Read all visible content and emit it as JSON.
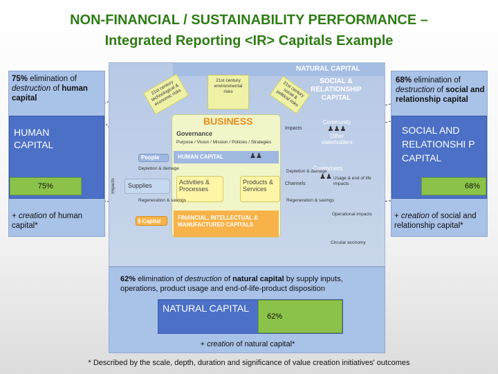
{
  "title": {
    "line1": "NON-FINANCIAL / SUSTAINABILITY PERFORMANCE –",
    "line2": "Integrated Reporting <IR> Capitals Example"
  },
  "human": {
    "pct_bold": "75%",
    "desc_pre": " elimination of ",
    "desc_ital": "destruction",
    "desc_mid": " of ",
    "desc_bold": "human capital",
    "label": "HUMAN CAPITAL",
    "bar_value": "75%",
    "bar_fraction": 0.75,
    "creation_ital": "creation",
    "creation_rest": " of human capital*"
  },
  "social": {
    "pct_bold": "68%",
    "desc_pre": " elimination of ",
    "desc_ital": "destruction",
    "desc_mid": " of ",
    "desc_bold": "social and relationship capital",
    "label": "SOCIAL AND RELATIONSHI P CAPITAL",
    "bar_value": "68%",
    "bar_fraction": 0.68,
    "creation_ital": "creation",
    "creation_rest": " of social and relationship capital*"
  },
  "natural": {
    "pct_bold": "62%",
    "desc_pre": " elimination of ",
    "desc_ital": "destruction",
    "desc_mid": " of ",
    "desc_bold": "natural capital",
    "desc_post": " by supply inputs, operations, product usage and end-of-life-product disposition",
    "label": "NATURAL CAPITAL",
    "bar_value": "62%",
    "bar_fraction": 0.62,
    "creation_ital": "creation",
    "creation_rest": " of natural capital*"
  },
  "plus": "+ ",
  "footnote": "* Described by the scale, depth, duration and significance of value creation initiatives' outcomes",
  "diagram": {
    "natural_capital": "NATURAL CAPITAL",
    "social_relationship": "SOCIAL & RELATIONSHIP CAPITAL",
    "business": "BUSINESS",
    "governance": "Governance",
    "purpose": "Purpose / Vision / Mission / Policies / Strategies",
    "human_capital": "HUMAN CAPITAL",
    "people": "People",
    "supplies": "Supplies",
    "activities": "Activities & Processes",
    "products": "Products & Services",
    "channels": "Channels",
    "customers": "Customers",
    "community": "Community",
    "other_stakeholders": "Other stakeholders",
    "impacts": "Impacts",
    "impacts_side": "Impacts",
    "financial": "FINANCIAL, INTELLECTUAL & MANUFACTURED CAPITALS",
    "scapital": "$ Capital",
    "operational_impacts": "Operational impacts",
    "circular_economy": "Circular economy",
    "usage": "Usage & end of life impacts",
    "c21_env": "21st century environmental risks",
    "c21_tech": "21st century technological & economic risks",
    "c21_social": "21st century social & political risks",
    "depletion": "Depletion & damage",
    "regeneration": "Regeneration & savings"
  },
  "colors": {
    "title": "#2e7d14",
    "panel": "#a9c2e8",
    "bar": "#8bc34a"
  }
}
